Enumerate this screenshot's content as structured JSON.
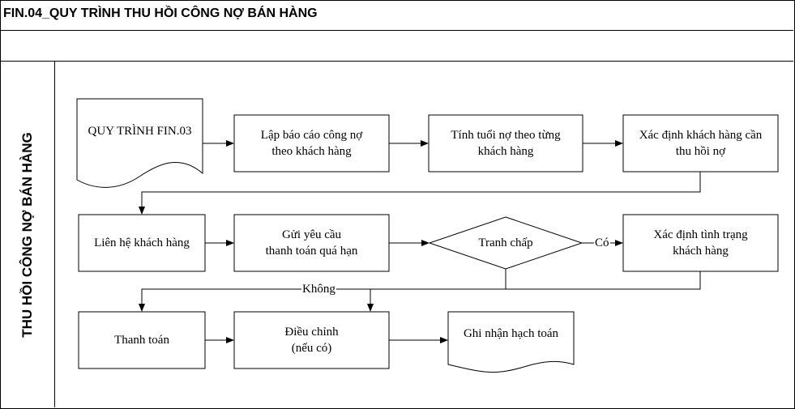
{
  "header": {
    "title": "FIN.04_QUY TRÌNH THU HỒI CÔNG NỢ BÁN HÀNG"
  },
  "lane": {
    "label": "THU HỒI CÔNG NỢ BÁN HÀNG"
  },
  "nodes": {
    "ref_doc": "QUY TRÌNH FIN.03",
    "debt_report": "Lập báo cáo công nợ\ntheo khách hàng",
    "debt_age": "Tính tuổi nợ theo từng\nkhách hàng",
    "identify_customers": "Xác định khách hàng cần\nthu hồi nợ",
    "contact_customer": "Liên hệ khách hàng",
    "send_request": "Gửi yêu cầu\nthanh toán quá hạn",
    "dispute": "Tranh chấp",
    "customer_status": "Xác định tình trạng\nkhách hàng",
    "payment": "Thanh toán",
    "adjustment": "Điều chỉnh\n(nếu có)",
    "record_accounting": "Ghi nhận hạch toán"
  },
  "edges": {
    "yes_label": "Có",
    "no_label": "Không"
  }
}
